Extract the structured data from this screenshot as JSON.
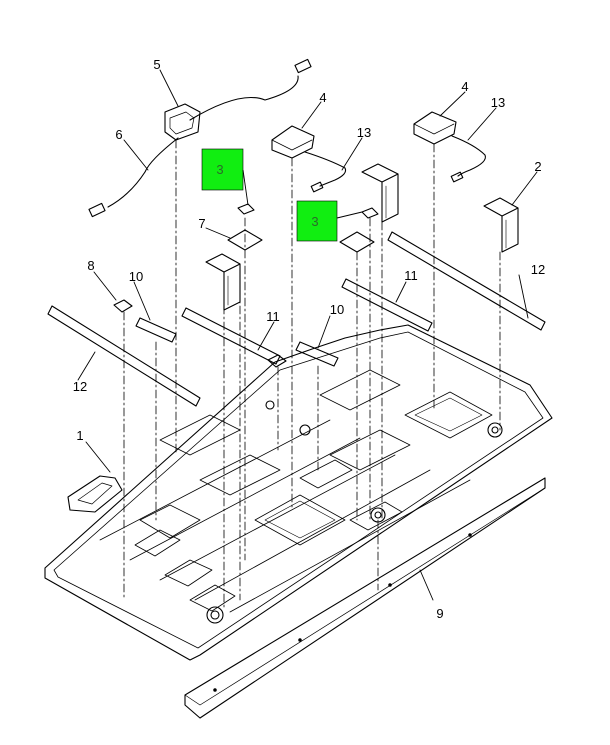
{
  "figure": {
    "highlight_color": "#11ee11",
    "callouts": {
      "c1": "1",
      "c2": "2",
      "c3a": "3",
      "c3b": "3",
      "c4a": "4",
      "c4b": "4",
      "c5": "5",
      "c6": "6",
      "c7": "7",
      "c8": "8",
      "c9": "9",
      "c10a": "10",
      "c10b": "10",
      "c11a": "11",
      "c11b": "11",
      "c12a": "12",
      "c12b": "12",
      "c13a": "13",
      "c13b": "13"
    }
  }
}
